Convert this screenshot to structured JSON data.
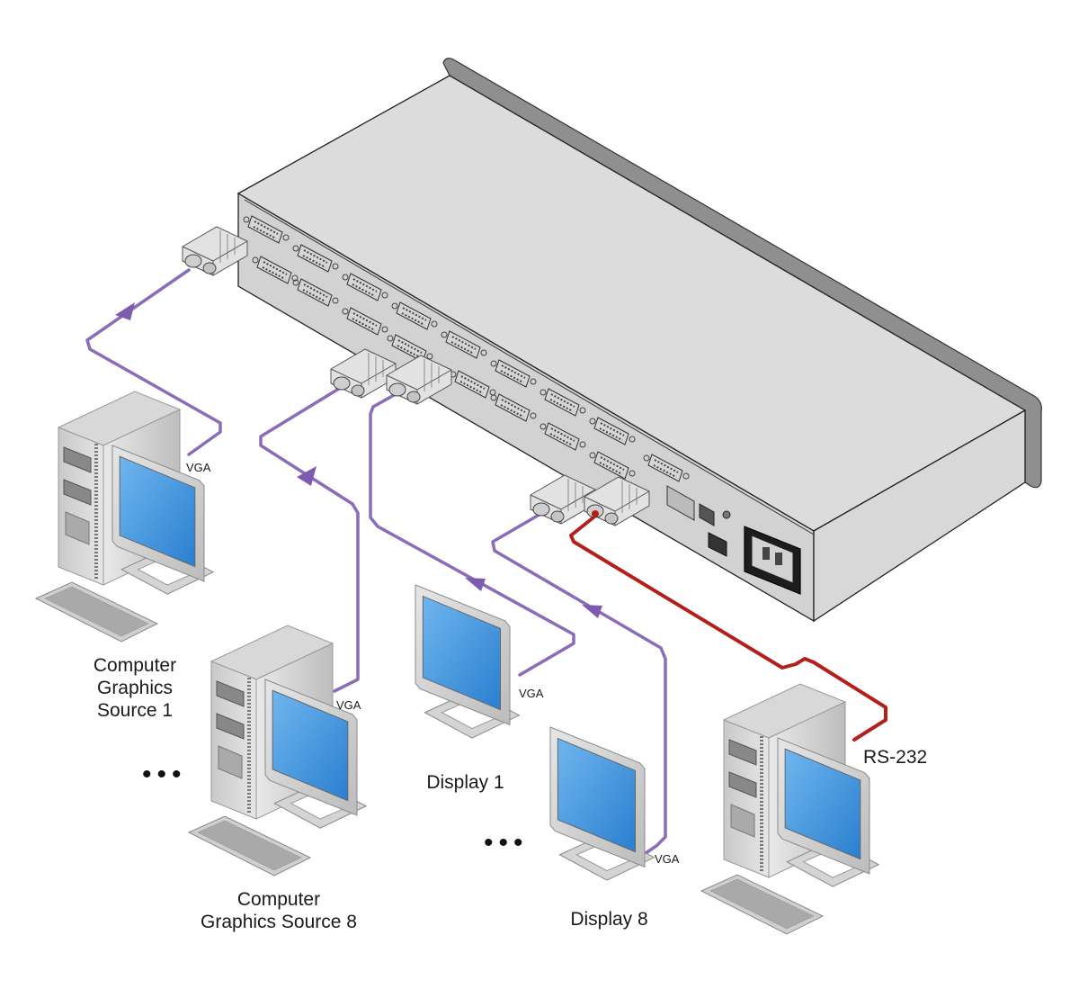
{
  "diagram": {
    "type": "connection-diagram",
    "device": {
      "name": "matrix-switcher-rear-panel",
      "connector_rows": 2,
      "connector_type": "VGA HD-15"
    },
    "colors": {
      "vga_cable": "#8a6cb8",
      "rs232_cable": "#b3201c",
      "device_top": "#dcdcdc",
      "device_front": "#cfcfcf",
      "device_rail": "#8f8f8f",
      "screen": "#3a8fd8",
      "text": "#1a1a1a"
    },
    "sources": [
      {
        "id": "source-1",
        "label": "Computer\nGraphics\nSource 1",
        "cable_label": "VGA"
      },
      {
        "id": "source-8",
        "label": "Computer\nGraphics Source 8",
        "cable_label": "VGA"
      }
    ],
    "displays": [
      {
        "id": "display-1",
        "label": "Display 1",
        "cable_label": "VGA"
      },
      {
        "id": "display-8",
        "label": "Display 8",
        "cable_label": "VGA"
      }
    ],
    "controller": {
      "id": "control-pc",
      "cable_label": "RS-232"
    },
    "ellipsis": "•••",
    "connections": [
      {
        "from": "source-1",
        "to": "device-input-1",
        "type": "VGA",
        "direction": "to-device"
      },
      {
        "from": "source-8",
        "to": "device-input-8",
        "type": "VGA",
        "direction": "to-device"
      },
      {
        "from": "device-output-1",
        "to": "display-1",
        "type": "VGA",
        "direction": "from-device"
      },
      {
        "from": "device-output-8",
        "to": "display-8",
        "type": "VGA",
        "direction": "from-device"
      },
      {
        "from": "control-pc",
        "to": "device-rs232",
        "type": "RS-232",
        "direction": "bidirectional"
      }
    ]
  }
}
